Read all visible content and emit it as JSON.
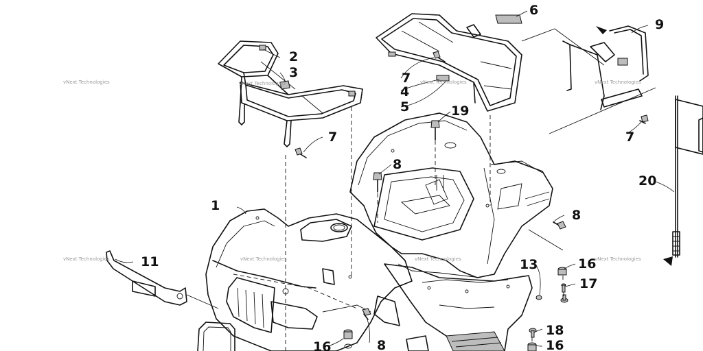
{
  "callouts": {
    "c1": "1",
    "c2": "2",
    "c3": "3",
    "c4": "4",
    "c5": "5",
    "c6": "6",
    "c7a": "7",
    "c7b": "7",
    "c7c": "7",
    "c8a": "8",
    "c8b": "8",
    "c8c": "8",
    "c9": "9",
    "c11": "11",
    "c13": "13",
    "c16a": "16",
    "c16b": "16",
    "c16c": "16",
    "c17": "17",
    "c18": "18",
    "c19": "19",
    "c20": "20"
  },
  "watermark": {
    "text": "vNext Technologies"
  }
}
